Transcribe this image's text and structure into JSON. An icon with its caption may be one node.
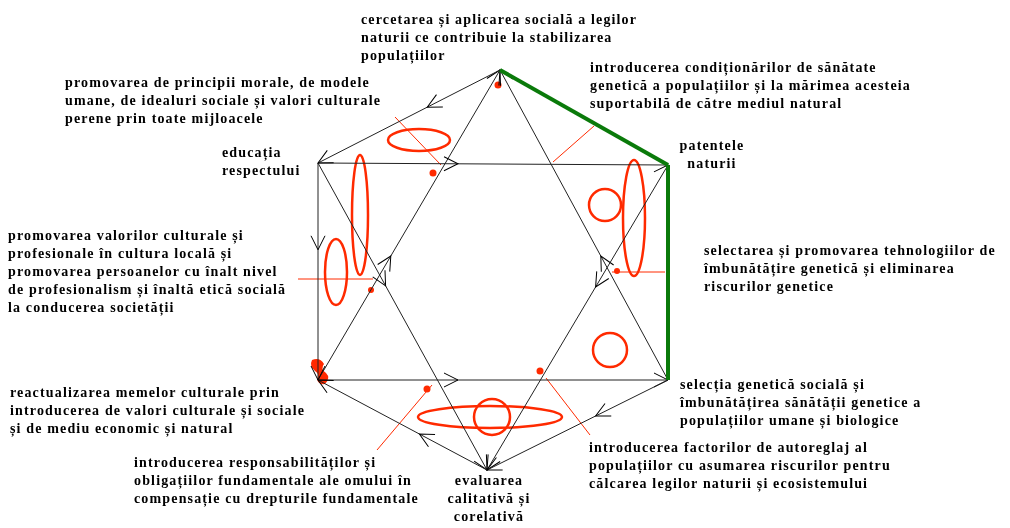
{
  "diagram": {
    "nodes": [
      {
        "text": [
          "cercetarea și aplicarea socială a legilor naturii ce contribuie la stabilizarea populațiilor"
        ]
      },
      {
        "text": [
          "educația respectului"
        ]
      },
      {
        "text": [
          "patentele naturii"
        ]
      },
      {
        "text": [
          "reactualizarea memelor culturale prin introducerea de valori culturale și sociale și de mediu economic și natural"
        ]
      },
      {
        "text": [
          "selecția genetică socială și îmbunătățirea sănătății genetice a populațiilor umane și biologice"
        ]
      },
      {
        "text": [
          "evaluarea calitativă și corelativă"
        ]
      }
    ],
    "edges": [
      {
        "from": 3,
        "to": 0,
        "arrow": "to"
      },
      {
        "from": 4,
        "to": 0,
        "arrow": "to"
      },
      {
        "from": 3,
        "to": 4,
        "arrow": "to"
      },
      {
        "from": 1,
        "to": 2,
        "arrow": "to"
      },
      {
        "from": 1,
        "to": 5,
        "arrow": "to"
      },
      {
        "from": 2,
        "to": 5,
        "arrow": "to"
      },
      {
        "from": 0,
        "to": 2,
        "arrow": "none",
        "style": "thick",
        "color": "#0a7a0a"
      },
      {
        "from": 2,
        "to": 4,
        "arrow": "none",
        "style": "thick",
        "color": "#0a7a0a"
      },
      {
        "from": 1,
        "to": 3,
        "arrow": "to"
      },
      {
        "from": 0,
        "to": 1,
        "arrow": "to"
      },
      {
        "from": 5,
        "to": 3,
        "arrow": "to"
      },
      {
        "from": 4,
        "to": 5,
        "arrow": "to"
      }
    ],
    "labels": [
      "introducerea condiționărilor de sănătate genetică a populațiilor și la mărimea acesteia suportabilă de către mediul natural",
      "promovarea de principii morale, de modele umane, de idealuri sociale și valori culturale perene prin toate mijloacele",
      "promovarea valorilor culturale și profesionale în cultura locală și promovarea persoanelor cu înalt nivel de profesionalism și înaltă etică socială la conducerea societății",
      "selectarea și promovarea tehnologiilor de îmbunătățire genetică și eliminarea riscurilor genetice",
      "introducerea factorilor de autoreglaj al populațiilor cu asumarea riscurilor pentru călcarea legilor naturii și ecosistemului",
      "introducerea responsabilităților și obligațiilor fundamentale ale omului în compensație cu drepturile fundamentale"
    ]
  }
}
